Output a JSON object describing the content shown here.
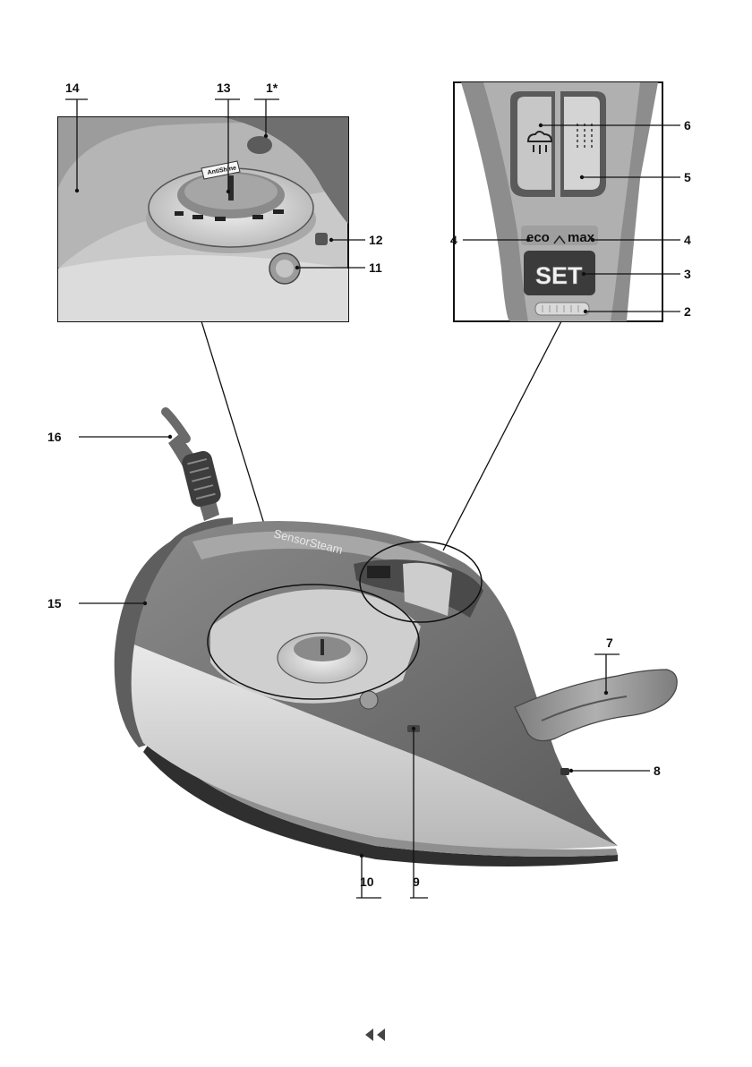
{
  "callouts": {
    "c1": "1*",
    "c2": "2",
    "c3": "3",
    "c4a": "4",
    "c4b": "4",
    "c5": "5",
    "c6": "6",
    "c7": "7",
    "c8": "8",
    "c9": "9",
    "c10": "10",
    "c11": "11",
    "c12": "12",
    "c13": "13",
    "c14": "14",
    "c15": "15",
    "c16": "16"
  },
  "handle_panel": {
    "eco_label": "eco",
    "max_label": "max",
    "set_label": "SET"
  },
  "dial": {
    "antishine_label": "AntiShine"
  },
  "iron": {
    "brand_label": "SensorSteam"
  },
  "nav": {
    "back_icon": "double-left-chevron-icon"
  },
  "colors": {
    "ink": "#111111",
    "body_dark": "#6e6e6e",
    "body_mid": "#9a9a9a",
    "body_light": "#d4d4d4",
    "soleplate": "#3a3a3a"
  }
}
